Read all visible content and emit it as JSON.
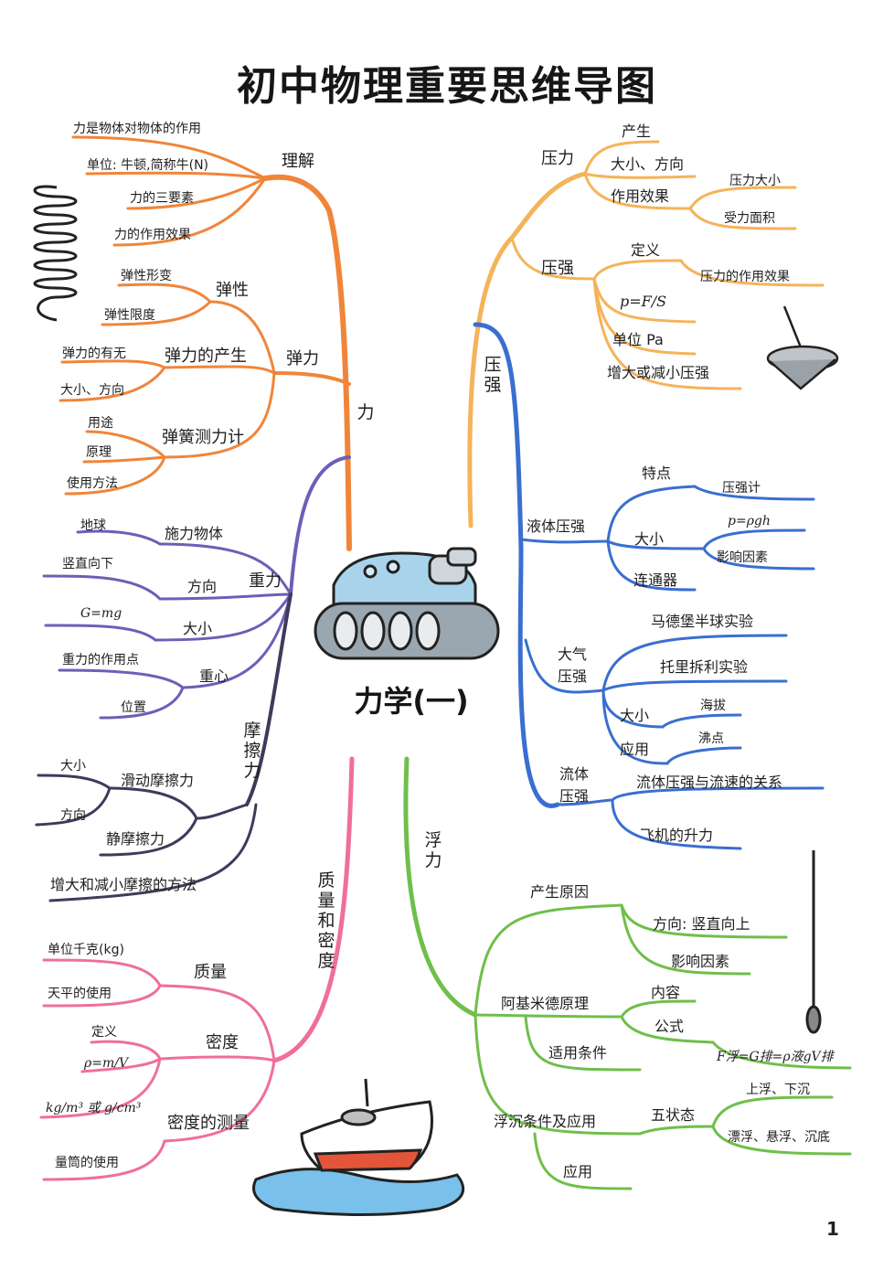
{
  "title": "初中物理重要思维导图",
  "center": "力学(一)",
  "page_number": "1",
  "colors": {
    "force": "#f0853a",
    "pressure": "#f5b35a",
    "pressure_blue": "#3a6fd0",
    "gravity": "#6b5fb8",
    "friction": "#3c3c5a",
    "mass": "#ef6f9a",
    "buoyancy": "#6fbf4a"
  },
  "branches": {
    "force": {
      "label": "力",
      "understanding": {
        "label": "理解",
        "items": [
          "力是物体对物体的作用",
          "单位: 牛顿,简称牛(N)",
          "力的三要素",
          "力的作用效果"
        ]
      },
      "elastic": {
        "label": "弹力",
        "elasticity": {
          "label": "弹性",
          "items": [
            "弹性形变",
            "弹性限度"
          ]
        },
        "generation": {
          "label": "弹力的产生",
          "items": [
            "弹力的有无",
            "大小、方向"
          ]
        },
        "meter": {
          "label": "弹簧测力计",
          "items": [
            "用途",
            "原理",
            "使用方法"
          ]
        }
      }
    },
    "gravity": {
      "label": "重力",
      "source": {
        "label": "施力物体",
        "item": "地球"
      },
      "direction": {
        "label": "方向",
        "item": "竖直向下"
      },
      "size": {
        "label": "大小",
        "item": "G=mg"
      },
      "center": {
        "label": "重心",
        "items": [
          "重力的作用点",
          "位置"
        ]
      }
    },
    "friction": {
      "label": "摩擦力",
      "sliding": {
        "label": "滑动摩擦力",
        "items": [
          "大小",
          "方向"
        ]
      },
      "static": "静摩擦力",
      "methods": "增大和减小摩擦的方法"
    },
    "mass": {
      "label": "质量和密度",
      "mass": {
        "label": "质量",
        "items": [
          "单位千克(kg)",
          "天平的使用"
        ]
      },
      "density": {
        "label": "密度",
        "items": [
          "定义",
          "ρ=m/V",
          "kg/m³ 或 g/cm³"
        ]
      },
      "measure": {
        "label": "密度的测量",
        "item": "量筒的使用"
      }
    },
    "pressure": {
      "label": "压强",
      "force": {
        "label": "压力",
        "items": [
          "产生",
          "大小、方向",
          "作用效果"
        ],
        "effect_items": [
          "压力大小",
          "受力面积"
        ]
      },
      "pressure": {
        "label": "压强",
        "items": [
          "定义",
          "p=F/S",
          "单位 Pa",
          "增大或减小压强"
        ],
        "def_item": "压力的作用效果"
      },
      "liquid": {
        "label": "液体压强",
        "feature": {
          "label": "特点",
          "item": "压强计"
        },
        "size": {
          "label": "大小",
          "items": [
            "p=ρgh",
            "影响因素"
          ]
        },
        "connector": "连通器"
      },
      "atmos": {
        "label": "大气压强",
        "items": [
          "马德堡半球实验",
          "托里拆利实验"
        ],
        "size": {
          "label": "大小",
          "item": "海拔"
        },
        "use": {
          "label": "应用",
          "item": "沸点"
        }
      },
      "fluid": {
        "label": "流体压强",
        "items": [
          "流体压强与流速的关系",
          "飞机的升力"
        ]
      }
    },
    "buoyancy": {
      "label": "浮力",
      "cause": {
        "label": "产生原因",
        "items": [
          "方向: 竖直向上",
          "影响因素"
        ]
      },
      "archimedes": {
        "label": "阿基米德原理",
        "items": [
          "内容",
          "公式"
        ],
        "formula": "F浮=G排=ρ液gV排",
        "condition": "适用条件"
      },
      "sink": {
        "label": "浮沉条件及应用",
        "states": {
          "label": "五状态",
          "items": [
            "上浮、下沉",
            "漂浮、悬浮、沉底"
          ]
        },
        "use": "应用"
      }
    }
  }
}
